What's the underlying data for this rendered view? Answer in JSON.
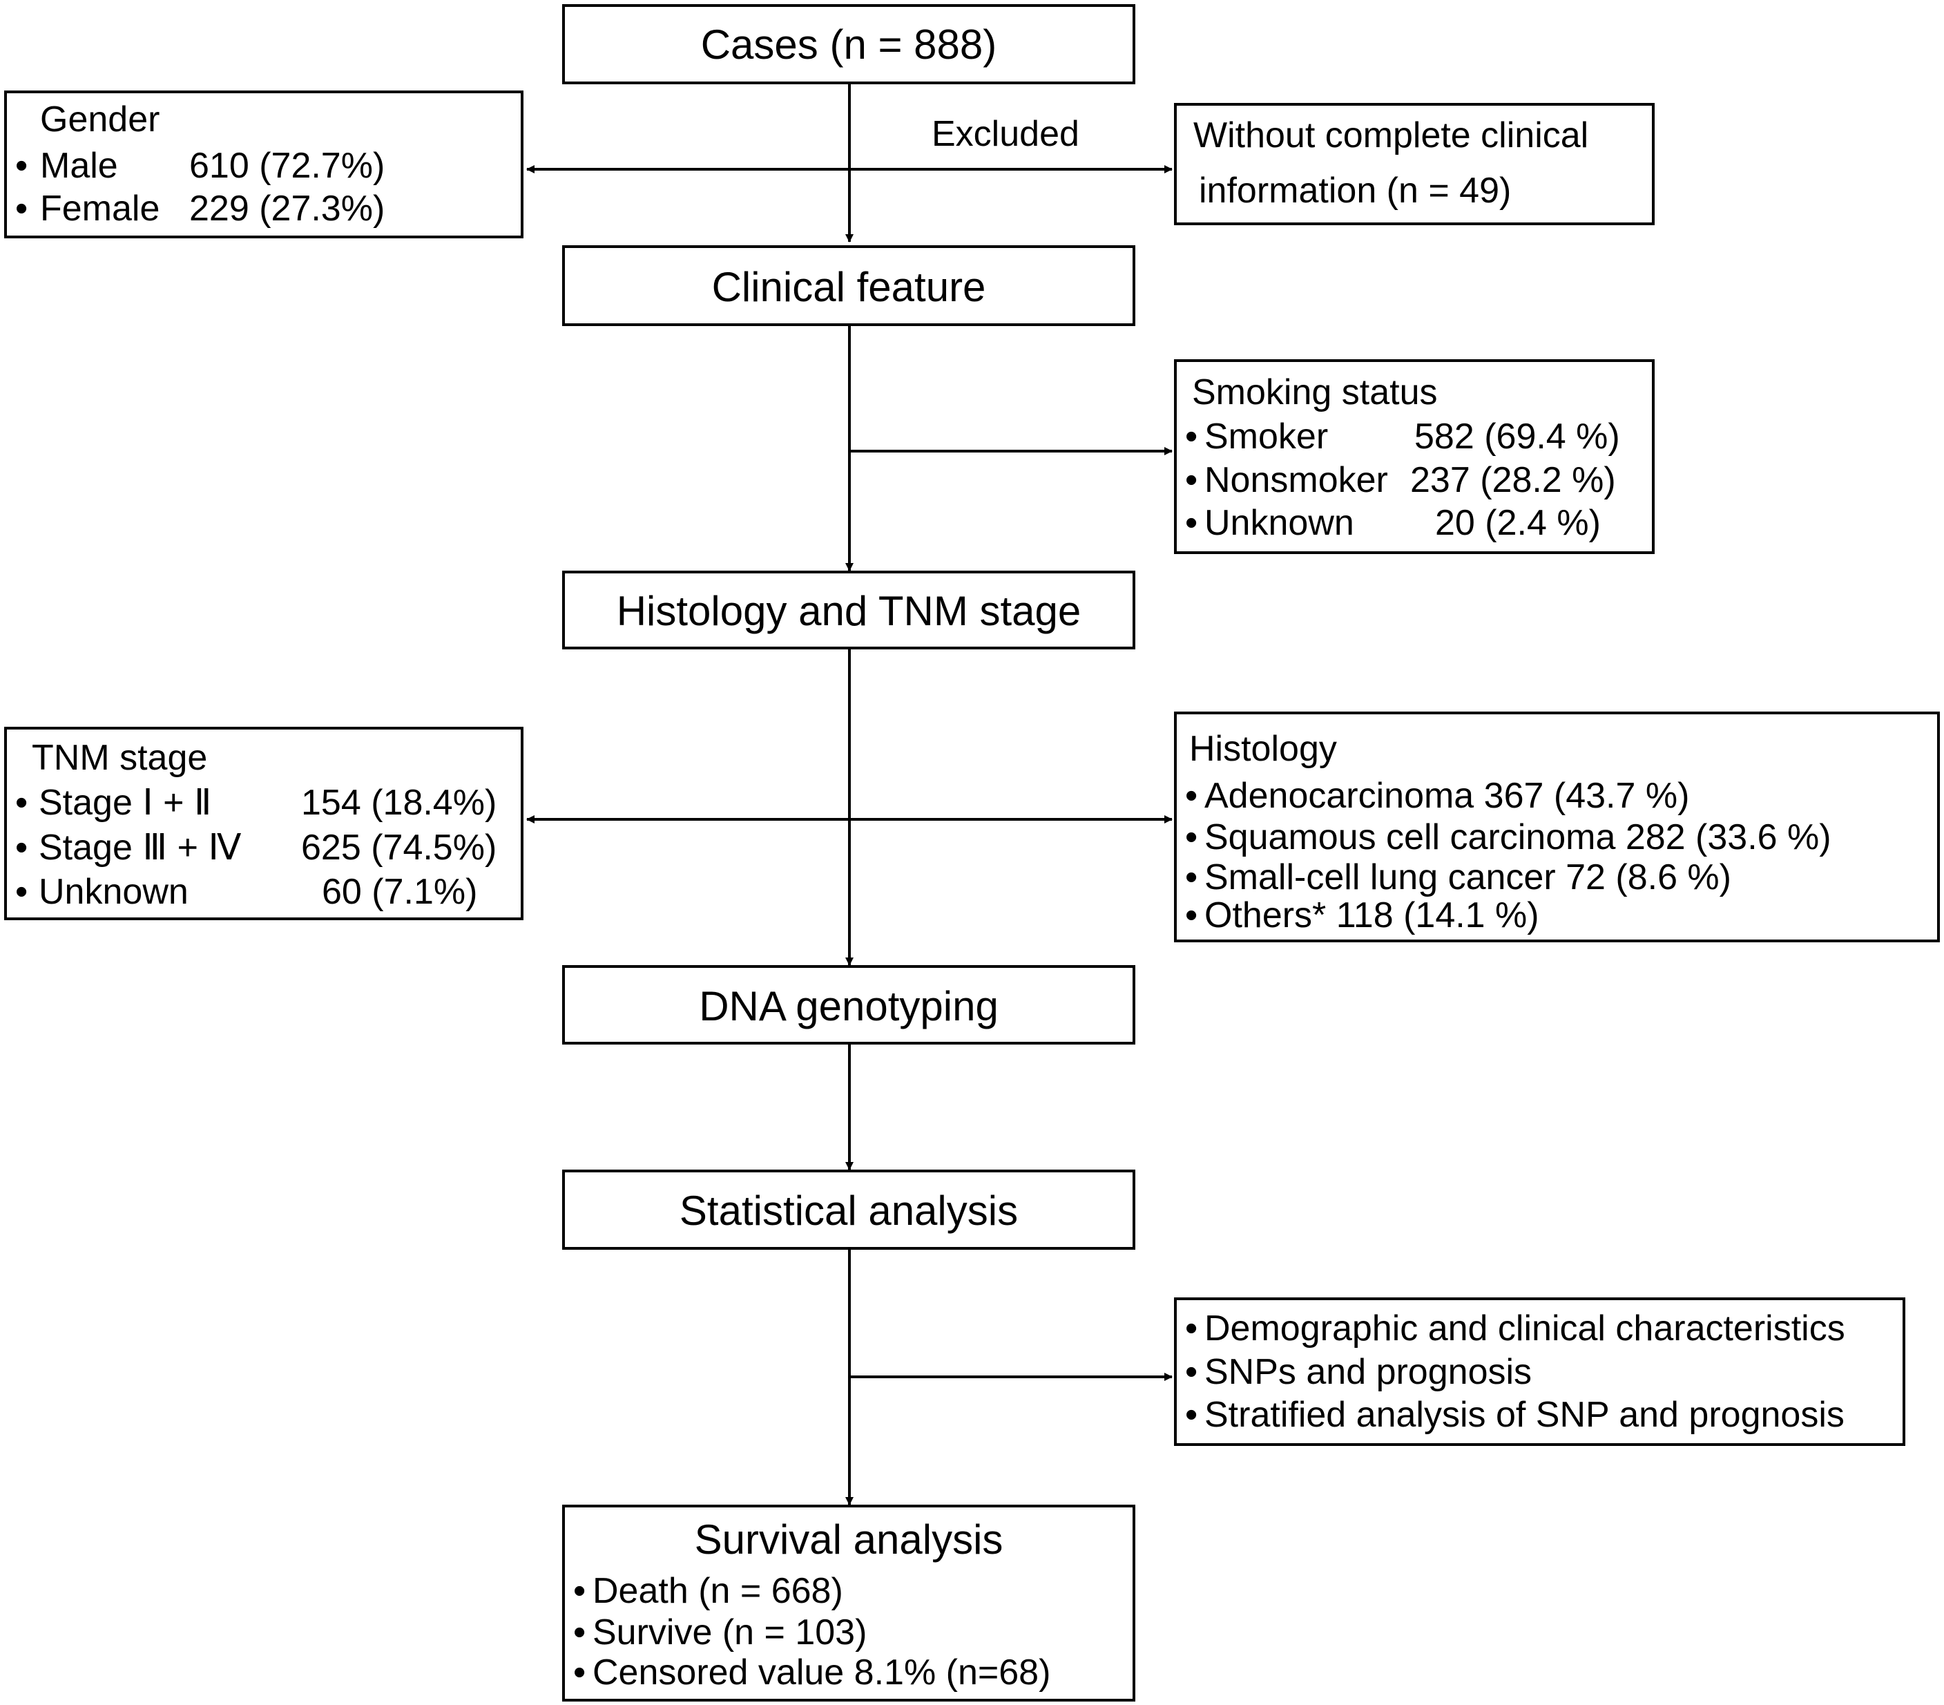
{
  "main_steps": {
    "cases": "Cases (n = 888)",
    "clinical": "Clinical feature",
    "histology_tnm": "Histology and TNM stage",
    "dna": "DNA  genotyping",
    "stats": "Statistical analysis",
    "survival_title": "Survival analysis"
  },
  "excluded": {
    "label": "Excluded",
    "line1": "Without complete clinical",
    "line2": "information (n = 49)"
  },
  "gender": {
    "title": "Gender",
    "rows": [
      {
        "name": "Male",
        "value": "610 (72.7%)"
      },
      {
        "name": "Female",
        "value": "229 (27.3%)"
      }
    ]
  },
  "smoking": {
    "title": "Smoking status",
    "rows": [
      {
        "name": "Smoker",
        "value": "582 (69.4 %)"
      },
      {
        "name": "Nonsmoker",
        "value": "237 (28.2 %)"
      },
      {
        "name": "Unknown",
        "value": "20 (2.4 %)"
      }
    ]
  },
  "tnm": {
    "title": "TNM stage",
    "rows": [
      {
        "name": "Stage Ⅰ + Ⅱ",
        "value": "154 (18.4%)"
      },
      {
        "name": "Stage Ⅲ + Ⅳ",
        "value": "625 (74.5%)"
      },
      {
        "name": "Unknown",
        "value": "60 (7.1%)"
      }
    ]
  },
  "histology": {
    "title": "Histology",
    "items": [
      "Adenocarcinoma 367 (43.7 %)",
      "Squamous cell carcinoma 282 (33.6 %)",
      "Small-cell lung cancer 72 (8.6 %)",
      "Others* 118 (14.1 %)"
    ]
  },
  "analysis": {
    "items": [
      "Demographic and clinical characteristics",
      "SNPs and prognosis",
      "Stratified analysis of SNP and prognosis"
    ]
  },
  "survival": {
    "items": [
      "Death (n = 668)",
      "Survive (n = 103)",
      "Censored value  8.1% (n=68)"
    ]
  },
  "bullet": "•"
}
